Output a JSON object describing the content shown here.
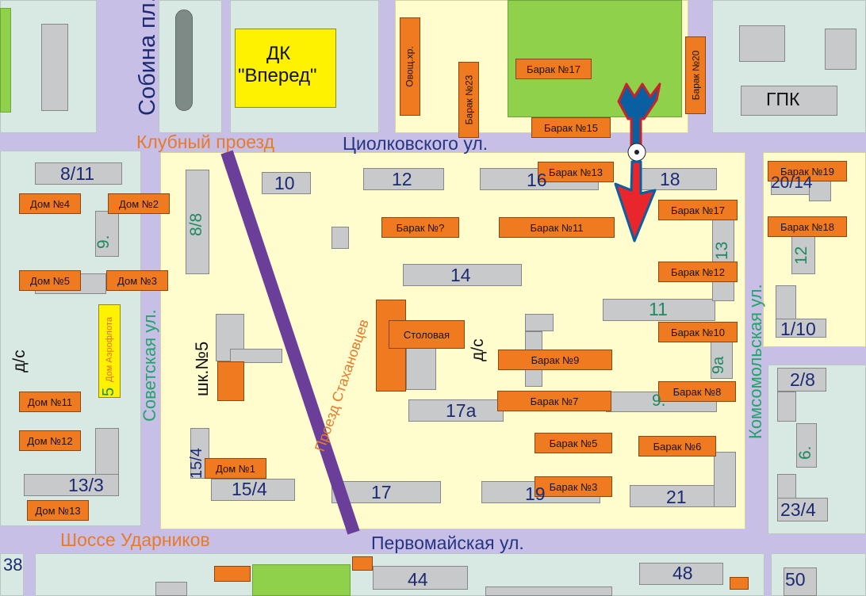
{
  "streets": {
    "klubny": "Клубный проезд",
    "tsiolkovskogo": "Циолковского ул.",
    "sobina": "Собина пл.",
    "sovetskaya": "Советская ул.",
    "stakhanovtsev": "Проезд Стахановцев",
    "komsomolskaya": "Комсомольская ул.",
    "udarnikov": "Шоссе Ударников",
    "pervomayskaya": "Первомайская ул."
  },
  "places": {
    "dk_line1": "ДК",
    "dk_line2": "\"Вперед\"",
    "gpk": "ГПК",
    "stolovaya": "Столовая",
    "ds_left": "д/с",
    "ds_center": "д/с",
    "shkola": "шк.№5",
    "ovoshch": "Овощ.хр.",
    "dom_aeroflota": "Дом Аэрофлота",
    "dom_aeroflota_num": "5"
  },
  "orange": {
    "barak17_top": "Барак №17",
    "barak20": "Барак №20",
    "barak23": "Барак №23",
    "barak15": "Барак №15",
    "barak13": "Барак №13",
    "barak19": "Барак №19",
    "barak17_right": "Барак №17",
    "barak18": "Барак №18",
    "barak_q": "Барак №?",
    "barak11": "Барак №11",
    "barak12": "Барак №12",
    "barak10": "Барак №10",
    "barak9": "Барак №9",
    "barak8": "Барак №8",
    "barak7": "Барак №7",
    "barak5": "Барак №5",
    "barak6": "Барак №6",
    "barak3": "Барак №3",
    "dom4": "Дом №4",
    "dom2": "Дом №2",
    "dom5": "Дом №5",
    "dom3": "Дом №3",
    "dom11": "Дом №11",
    "dom12": "Дом №12",
    "dom13": "Дом №13",
    "dom1": "Дом №1"
  },
  "numbers": {
    "n8_11": "8/11",
    "n9_left": "9.",
    "n8_8": "8/8",
    "n13_3": "13/3",
    "n15_4_v": "15/4",
    "n15_4": "15/4",
    "n17": "17",
    "n10": "10",
    "n12": "12",
    "n16": "16",
    "n18": "18",
    "n14": "14",
    "n17a": "17а",
    "n11": "11",
    "n9a": "9а",
    "n9_center": "9.",
    "n13_right": "13",
    "n19": "19",
    "n21": "21",
    "n20_14": "20/14",
    "n12_right": "12",
    "n1_10": "1/10",
    "n2_8": "2/8",
    "n6": "6.",
    "n23_4": "23/4",
    "n38": "38",
    "n44": "44",
    "n48": "48",
    "n50": "50"
  },
  "colors": {
    "road": "#c7bfe6",
    "block_green": "#d8e8e3",
    "block_yellow": "#fffcce",
    "building": "#c7c9cb",
    "barrack": "#ef7a1f",
    "park": "#8fd14a",
    "dk": "#fef200",
    "road_purple": "#6b3e99",
    "arrow_blue": "#0a5fa0",
    "arrow_red": "#e8262b"
  }
}
